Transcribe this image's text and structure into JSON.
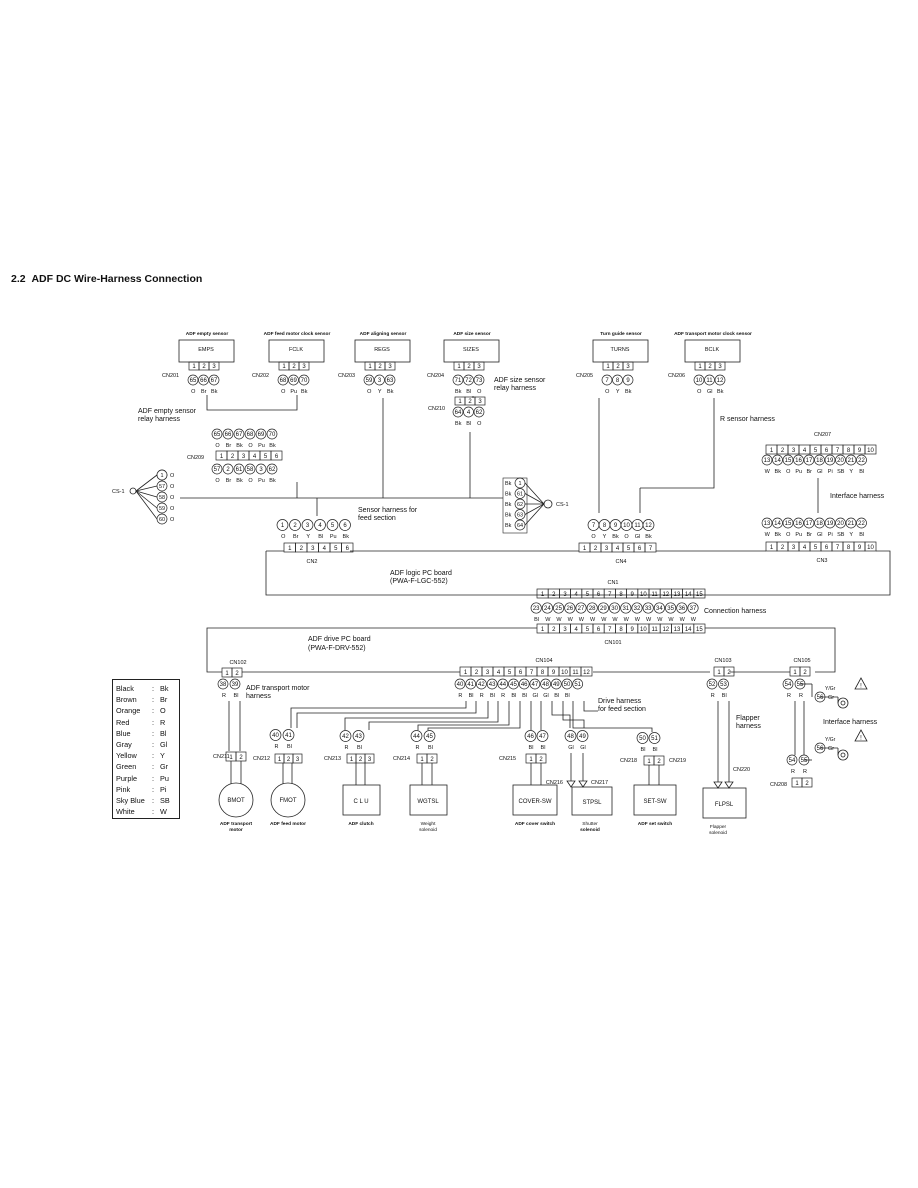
{
  "section": {
    "number": "2.2",
    "title": "ADF DC Wire-Harness Connection"
  },
  "sensors": [
    {
      "caption": "ADF empty sensor",
      "name": "EMPS",
      "connector": "CN201",
      "pins": [
        "1",
        "2",
        "3"
      ],
      "circles": [
        "65",
        "66",
        "67"
      ],
      "wires": [
        "O",
        "Br",
        "Bk"
      ]
    },
    {
      "caption": "ADF feed motor clock sensor",
      "name": "FCLK",
      "connector": "CN202",
      "pins": [
        "1",
        "2",
        "3"
      ],
      "circles": [
        "68",
        "69",
        "70"
      ],
      "wires": [
        "O",
        "Pu",
        "Bk"
      ]
    },
    {
      "caption": "ADF aligning sensor",
      "name": "REGS",
      "connector": "CN203",
      "pins": [
        "1",
        "2",
        "3"
      ],
      "circles": [
        "59",
        "3",
        "63"
      ],
      "wires": [
        "O",
        "Y",
        "Bk"
      ]
    },
    {
      "caption": "ADF size sensor",
      "name": "SIZES",
      "connector": "CN204",
      "pins": [
        "1",
        "2",
        "3"
      ],
      "circles": [
        "71",
        "72",
        "73"
      ],
      "wires": [
        "Bk",
        "Bl",
        "O"
      ]
    },
    {
      "caption": "Turn guide sensor",
      "name": "TURNS",
      "connector": "CN205",
      "pins": [
        "1",
        "2",
        "3"
      ],
      "circles": [
        "7",
        "8",
        "9"
      ],
      "wires": [
        "O",
        "Y",
        "Bk"
      ]
    },
    {
      "caption": "ADF transport motor clock sensor",
      "name": "BCLK",
      "connector": "CN206",
      "pins": [
        "1",
        "2",
        "3"
      ],
      "circles": [
        "10",
        "11",
        "12"
      ],
      "wires": [
        "O",
        "Gl",
        "Bk"
      ]
    }
  ],
  "cn210": {
    "label": "CN210",
    "pins": [
      "1",
      "2",
      "3"
    ],
    "circles": [
      "64",
      "4",
      "62"
    ],
    "wires": [
      "Bk",
      "Bl",
      "O"
    ]
  },
  "size_relay_label": "ADF size sensor relay harness",
  "empty_relay_label": "ADF empty sensor relay harness",
  "cn209": {
    "label": "CN209",
    "top_circles": [
      "65",
      "66",
      "67",
      "68",
      "69",
      "70"
    ],
    "top_wires": [
      "O",
      "Br",
      "Bk",
      "O",
      "Pu",
      "Bk"
    ],
    "pins": [
      "1",
      "2",
      "3",
      "4",
      "5",
      "6"
    ],
    "bottom_circles": [
      "57",
      "2",
      "61",
      "58",
      "3",
      "62"
    ],
    "bottom_wires": [
      "O",
      "Br",
      "Bk",
      "O",
      "Pu",
      "Bk"
    ]
  },
  "cs1_left": {
    "label": "CS-1",
    "circles": [
      "1",
      "57",
      "58",
      "59",
      "60"
    ],
    "wires": [
      "O",
      "O",
      "O",
      "O",
      "O"
    ]
  },
  "cs1_right": {
    "label": "CS-1",
    "circles": [
      "61",
      "62",
      "63",
      "64"
    ],
    "wires": [
      "Bk",
      "Bk",
      "Bk",
      "Bk",
      "Bk"
    ]
  },
  "sensor_feed_label": "Sensor harness for feed section",
  "r_sensor_label": "R sensor harness",
  "interface_label": "Interface harness",
  "cn207": {
    "label": "CN207",
    "pins": [
      "1",
      "2",
      "3",
      "4",
      "5",
      "6",
      "7",
      "8",
      "9",
      "10"
    ],
    "circles": [
      "13",
      "14",
      "15",
      "16",
      "17",
      "18",
      "19",
      "20",
      "21",
      "22"
    ],
    "wires": [
      "W",
      "Bk",
      "O",
      "Pu",
      "Br",
      "Gl",
      "Pi",
      "SB",
      "Y",
      "Bl"
    ]
  },
  "cn2": {
    "label": "CN2",
    "circles": [
      "1",
      "2",
      "3",
      "4",
      "5",
      "6"
    ],
    "wires": [
      "O",
      "Br",
      "Y",
      "Bl",
      "Pu",
      "Bk"
    ],
    "pins": [
      "1",
      "2",
      "3",
      "4",
      "5",
      "6"
    ]
  },
  "cn4": {
    "label": "CN4",
    "circles": [
      "7",
      "8",
      "9",
      "10",
      "11",
      "12"
    ],
    "wires": [
      "O",
      "Y",
      "Bk",
      "O",
      "Gl",
      "Bk"
    ],
    "pins": [
      "1",
      "2",
      "3",
      "4",
      "5",
      "6",
      "7"
    ]
  },
  "cn3": {
    "label": "CN3",
    "circles": [
      "13",
      "14",
      "15",
      "16",
      "17",
      "18",
      "19",
      "20",
      "21",
      "22"
    ],
    "wires": [
      "W",
      "Bk",
      "O",
      "Pu",
      "Br",
      "Gl",
      "Pi",
      "SB",
      "Y",
      "Bl"
    ],
    "pins": [
      "1",
      "2",
      "3",
      "4",
      "5",
      "6",
      "7",
      "8",
      "9",
      "10"
    ]
  },
  "logic_board": {
    "line1": "ADF logic PC board",
    "line2": "(PWA-F-LGC-552)"
  },
  "cn1": {
    "label": "CN1",
    "pins": [
      "1",
      "2",
      "3",
      "4",
      "5",
      "6",
      "7",
      "8",
      "9",
      "10",
      "11",
      "12",
      "13",
      "14",
      "15"
    ],
    "circles": [
      "23",
      "24",
      "25",
      "26",
      "27",
      "28",
      "29",
      "30",
      "31",
      "32",
      "33",
      "34",
      "35",
      "36",
      "37"
    ],
    "wires": [
      "Bl",
      "W",
      "W",
      "W",
      "W",
      "W",
      "W",
      "W",
      "W",
      "W",
      "W",
      "W",
      "W",
      "W",
      "W"
    ]
  },
  "connection_label": "Connection harness",
  "cn101": {
    "label": "CN101",
    "pins": [
      "1",
      "2",
      "3",
      "4",
      "5",
      "6",
      "7",
      "8",
      "9",
      "10",
      "11",
      "12",
      "13",
      "14",
      "15"
    ]
  },
  "drive_board": {
    "line1": "ADF drive PC board",
    "line2": "(PWA-F-DRV-552)"
  },
  "cn102": {
    "label": "CN102",
    "pins": [
      "1",
      "2"
    ],
    "circles": [
      "38",
      "39"
    ],
    "wires": [
      "R",
      "Bl"
    ]
  },
  "transport_motor_label": "ADF transport motor harness",
  "cn104": {
    "label": "CN104",
    "pins": [
      "1",
      "2",
      "3",
      "4",
      "5",
      "6",
      "7",
      "8",
      "9",
      "10",
      "11",
      "12"
    ],
    "circles": [
      "40",
      "41",
      "42",
      "43",
      "44",
      "45",
      "46",
      "47",
      "48",
      "49",
      "50",
      "51"
    ],
    "wires": [
      "R",
      "Bl",
      "R",
      "Bl",
      "R",
      "Bl",
      "Bl",
      "Gl",
      "Gl",
      "Bl",
      "Bl"
    ]
  },
  "drive_feed_label": "Drive harness for feed section",
  "cn103": {
    "label": "CN103",
    "pins": [
      "1",
      "2"
    ],
    "circles": [
      "52",
      "53"
    ],
    "wires": [
      "R",
      "Bl"
    ]
  },
  "flapper_label": "Flapper harness",
  "cn220": "CN220",
  "cn105": {
    "label": "CN105",
    "pins": [
      "1",
      "2"
    ],
    "circles": [
      "54",
      "55"
    ],
    "wires": [
      "R",
      "R"
    ]
  },
  "ground1": {
    "circle": "56",
    "wire": "Gr",
    "label": "Y/Gr"
  },
  "ground2": {
    "circle": "56",
    "wire": "Gr",
    "label": "Y/Gr"
  },
  "interface2_label": "Interface harness",
  "cn208": {
    "label": "CN208",
    "circles": [
      "54",
      "55"
    ],
    "wires": [
      "R",
      "R"
    ],
    "pins": [
      "1",
      "2"
    ]
  },
  "loads": [
    {
      "conn": "CN211",
      "pins": [
        "1",
        "2"
      ],
      "name": "BMOT",
      "caption": "ADF transport motor"
    },
    {
      "conn": "CN212",
      "pins": [
        "1",
        "2",
        "3"
      ],
      "circles": [
        "40",
        "41"
      ],
      "wires": [
        "R",
        "Bl"
      ],
      "name": "FMOT",
      "caption": "ADF feed motor"
    },
    {
      "conn": "CN213",
      "pins": [
        "1",
        "2",
        "3"
      ],
      "circles": [
        "42",
        "43"
      ],
      "wires": [
        "R",
        "Bl"
      ],
      "name": "C L U",
      "caption": "ADF clutch"
    },
    {
      "conn": "CN214",
      "pins": [
        "1",
        "2"
      ],
      "circles": [
        "44",
        "45"
      ],
      "wires": [
        "R",
        "Bl"
      ],
      "name": "WGTSL",
      "caption": "Weight solenoid"
    },
    {
      "conn": "CN215",
      "pins": [
        "1",
        "2"
      ],
      "circles": [
        "46",
        "47"
      ],
      "wires": [
        "Bl",
        "Bl"
      ],
      "name": "COVER-SW",
      "caption": "ADF cover switch"
    },
    {
      "conn": "CN216",
      "conn2": "CN217",
      "circles": [
        "48",
        "49"
      ],
      "wires": [
        "Gl",
        "Gl"
      ],
      "name": "STPSL",
      "caption": "Shutter solenoid"
    },
    {
      "conn": "CN218",
      "conn2": "CN219",
      "pins": [
        "1",
        "2"
      ],
      "circles": [
        "50",
        "51"
      ],
      "wires": [
        "Bl",
        "Bl"
      ],
      "name": "SET-SW",
      "caption": "ADF set switch"
    },
    {
      "name": "FLPSL",
      "caption": "Flapper solenoid"
    }
  ],
  "legend": [
    {
      "name": "Black",
      "code": "Bk"
    },
    {
      "name": "Brown",
      "code": "Br"
    },
    {
      "name": "Orange",
      "code": "O"
    },
    {
      "name": "Red",
      "code": "R"
    },
    {
      "name": "Blue",
      "code": "Bl"
    },
    {
      "name": "Gray",
      "code": "Gl"
    },
    {
      "name": "Yellow",
      "code": "Y"
    },
    {
      "name": "Green",
      "code": "Gr"
    },
    {
      "name": "Purple",
      "code": "Pu"
    },
    {
      "name": "Pink",
      "code": "Pi"
    },
    {
      "name": "Sky Blue",
      "code": "SB"
    },
    {
      "name": "White",
      "code": "W"
    }
  ]
}
